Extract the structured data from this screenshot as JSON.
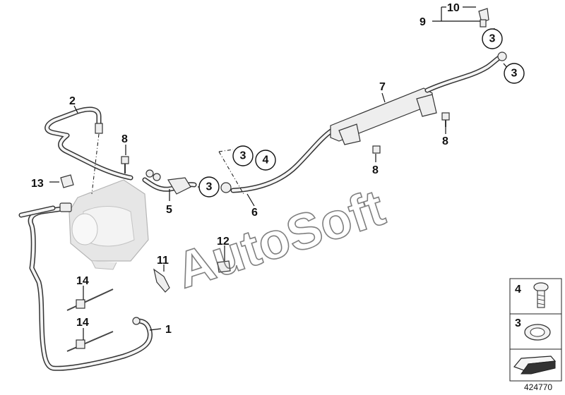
{
  "diagram": {
    "part_numbers": {
      "p1": "1",
      "p2": "2",
      "p3": "3",
      "p4": "4",
      "p5": "5",
      "p6": "6",
      "p7": "7",
      "p8": "8",
      "p9": "9",
      "p10": "10",
      "p11": "11",
      "p12": "12",
      "p13": "13",
      "p14": "14"
    },
    "watermark": "AutoSoft",
    "legend": {
      "item_4": "4",
      "item_3": "3"
    },
    "document_number": "424770",
    "colors": {
      "line": "#333333",
      "part_fill": "#eeeeee",
      "watermark": "#555555"
    }
  }
}
